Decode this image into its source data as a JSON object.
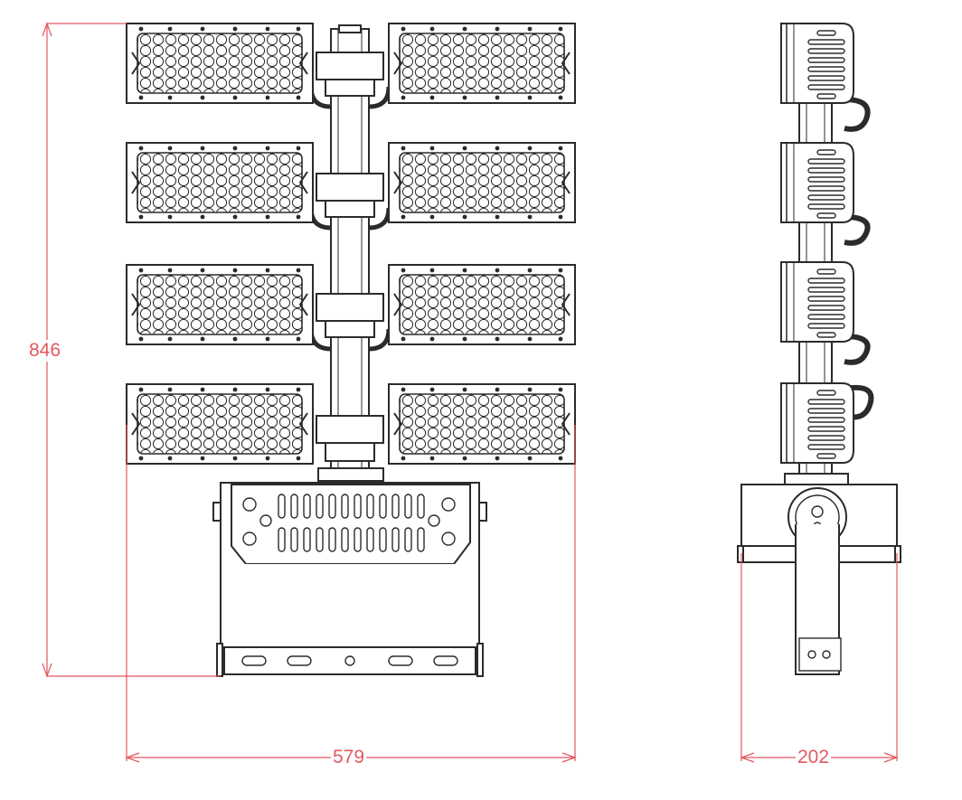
{
  "dimensions": {
    "overall_height": "846",
    "overall_width": "579",
    "side_depth": "202"
  },
  "colors": {
    "line": "#2b2b2b",
    "dimension": "#e2585f",
    "background": "#ffffff"
  }
}
